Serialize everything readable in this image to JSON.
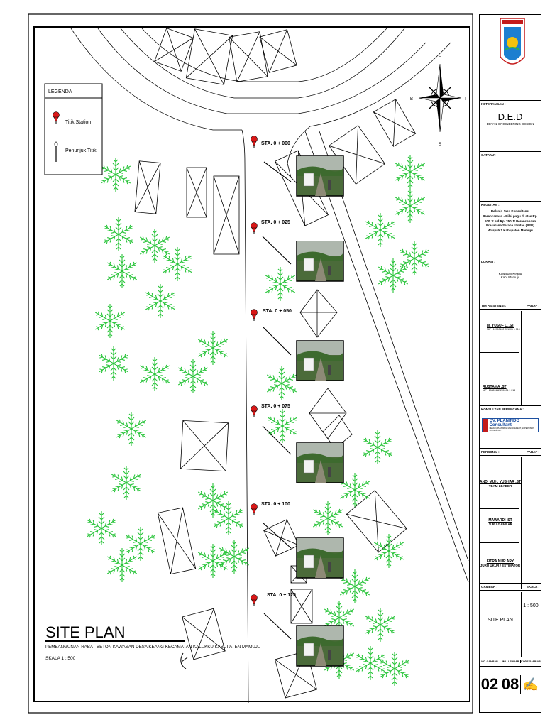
{
  "plan": {
    "title": "SITE PLAN",
    "subtitle": "PEMBANGUNAN RABAT BETON KAWASAN DESA KEANG KECAMATAN KALUKKU KABUPATEN MAMUJU",
    "scale": "SKALA 1 : 500"
  },
  "legend": {
    "title": "LEGENDA",
    "items": [
      {
        "label": "Titik Station",
        "icon": "station-marker-icon"
      },
      {
        "label": "Penunjuk Titik",
        "icon": "pointer-icon"
      }
    ]
  },
  "stations": [
    {
      "label": "STA. 0 + 000"
    },
    {
      "label": "STA. 0 + 025"
    },
    {
      "label": "STA. 0 + 050"
    },
    {
      "label": "STA. 0 + 075"
    },
    {
      "label": "STA. 0 + 100"
    },
    {
      "label": "STA. 0 + 125"
    }
  ],
  "compass": {
    "n": "U",
    "s": "S",
    "e": "T",
    "w": "B"
  },
  "titleblock": {
    "keterangan_label": "KETERANGAN :",
    "project_code": "D.E.D",
    "project_name": "DETAIL ENGINEERING DESIGN",
    "catatan_label": "CATATAN :",
    "kegiatan_label": "KEGIATAN :",
    "kegiatan_text": "Belanja Jasa Konsultansi Perencanaan - Nilai pagu di atas Rp. 100 Jt s/d Rp. 250 Jt Perencanaan Prasarana Sarana Utilitas (PSU) Wilayah 1 Kabupaten Mamuju",
    "lokasi_label": "LOKASI :",
    "lokasi_1": "Kawasan Keang",
    "lokasi_2": "Kab. Mamuju",
    "asistensi_label": "TIM ASISTENSI :",
    "paraf_label": "PARAF :",
    "asistensi": [
      {
        "name": "M. YUSUF O.,ST",
        "nip": "NIP : 19790102 201001 1 019"
      },
      {
        "name": "RUSTAMA ,ST",
        "nip": "NIP : 19820112 201101 1 014"
      }
    ],
    "konsultan_label": "KONSULTAN PERENCANA :",
    "konsultan_name": "CV. PLANINDO Consultant",
    "konsultan_sub": "DESIGN, PLANNING, MANAGEMENT, SUPERVISION CONSULTANT",
    "personil_label": "PERSONIL :",
    "personil": [
      {
        "name": "ANDI MUH. YUSHAR ,ST",
        "role": "TEAM LEADER"
      },
      {
        "name": "MAWARDI ,ST",
        "role": "JURU GAMBAR"
      },
      {
        "name": "FITRA NUR ARY",
        "role": "JURU UKUR / ESTIMATOR"
      }
    ],
    "gambar_label": "GAMBAR :",
    "skala_label": "SKALA :",
    "gambar_value": "SITE PLAN",
    "skala_value": "1 : 500",
    "no_gambar_label": "NO. GAMBAR",
    "jml_lembar_label": "JML. LEMBAR",
    "kode_gambar_label": "KODE GAMBAR",
    "no_gambar": "02",
    "jml_lembar": "08"
  },
  "colors": {
    "tree": "#29c43a",
    "marker": "#d81818",
    "line": "#000000"
  }
}
